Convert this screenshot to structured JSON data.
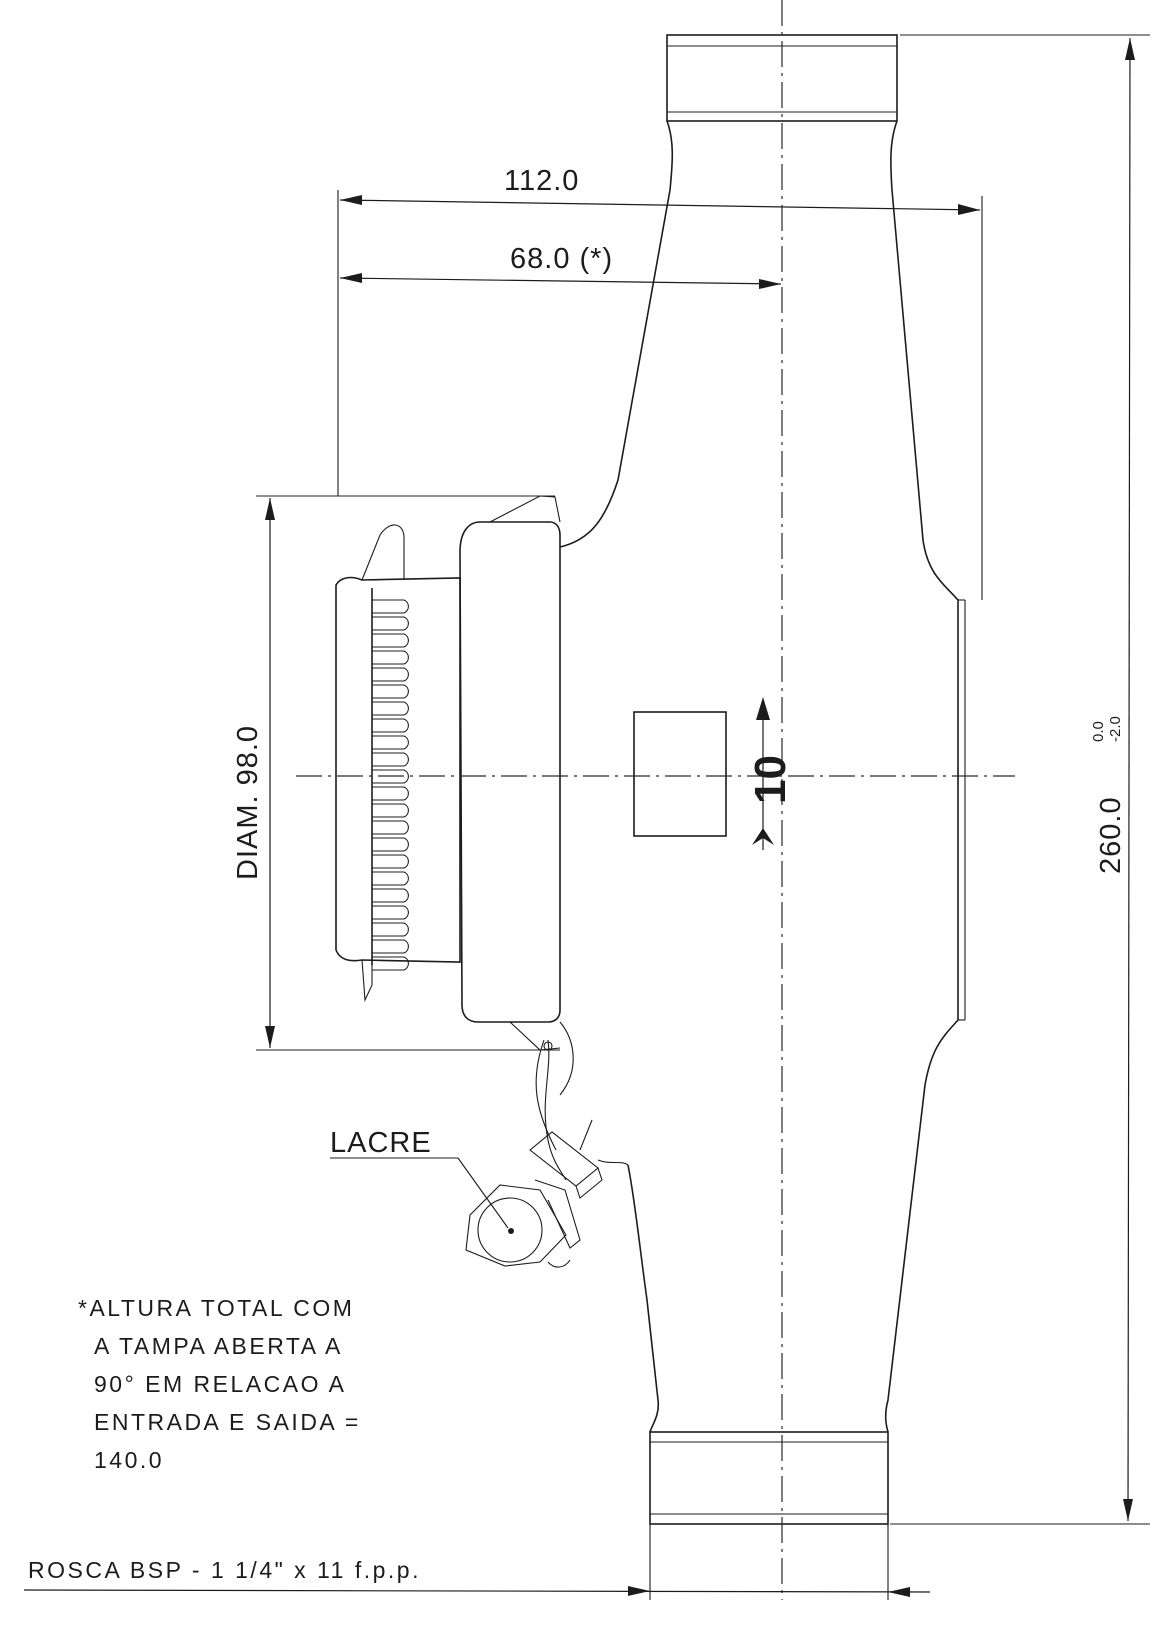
{
  "dimensions": {
    "width_total": "112.0",
    "width_to_center": "68.0 (*)",
    "register_diameter": "DIAM. 98.0",
    "length_total": "260.0",
    "length_tolerance_upper": "0.0",
    "length_tolerance_lower": "-2.0"
  },
  "labels": {
    "seal": "LACRE",
    "flow_marker": "10"
  },
  "note": {
    "lines": [
      "*ALTURA TOTAL COM",
      "A TAMPA ABERTA A",
      "90° EM RELACAO A",
      "ENTRADA E SAIDA =",
      "140.0"
    ]
  },
  "thread_spec": "ROSCA BSP - 1 1/4\" x 11 f.p.p."
}
